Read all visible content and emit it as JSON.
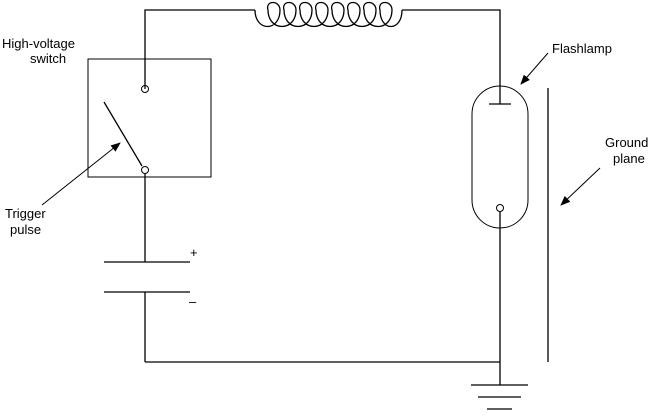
{
  "labels": {
    "switch_line1": "High-voltage",
    "switch_line2": "switch",
    "trigger_line1": "Trigger",
    "trigger_line2": "pulse",
    "flashlamp": "Flashlamp",
    "ground_line1": "Ground",
    "ground_line2": "plane",
    "cap_plus": "+",
    "cap_minus": "–"
  }
}
